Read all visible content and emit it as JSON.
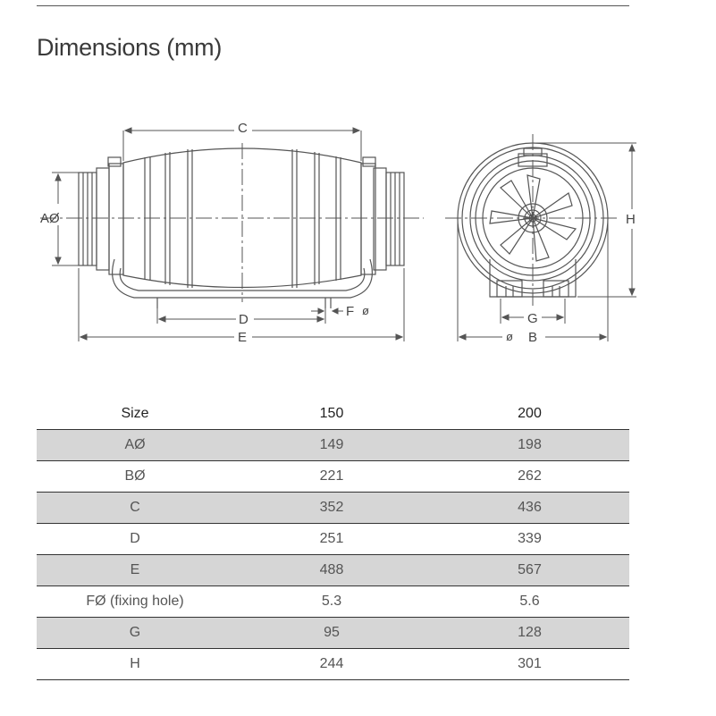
{
  "title": "Dimensions (mm)",
  "labels": {
    "c": "C",
    "a": "AØ",
    "d": "D",
    "f": "F",
    "f_dia": "ø",
    "e": "E",
    "h": "H",
    "g": "G",
    "b_dia": "ø",
    "b": "B"
  },
  "table": {
    "headers": [
      "Size",
      "150",
      "200"
    ],
    "rows": [
      [
        "AØ",
        "149",
        "198"
      ],
      [
        "BØ",
        "221",
        "262"
      ],
      [
        "C",
        "352",
        "436"
      ],
      [
        "D",
        "251",
        "339"
      ],
      [
        "E",
        "488",
        "567"
      ],
      [
        "FØ (fixing hole)",
        "5.3",
        "5.6"
      ],
      [
        "G",
        "95",
        "128"
      ],
      [
        "H",
        "244",
        "301"
      ]
    ]
  }
}
